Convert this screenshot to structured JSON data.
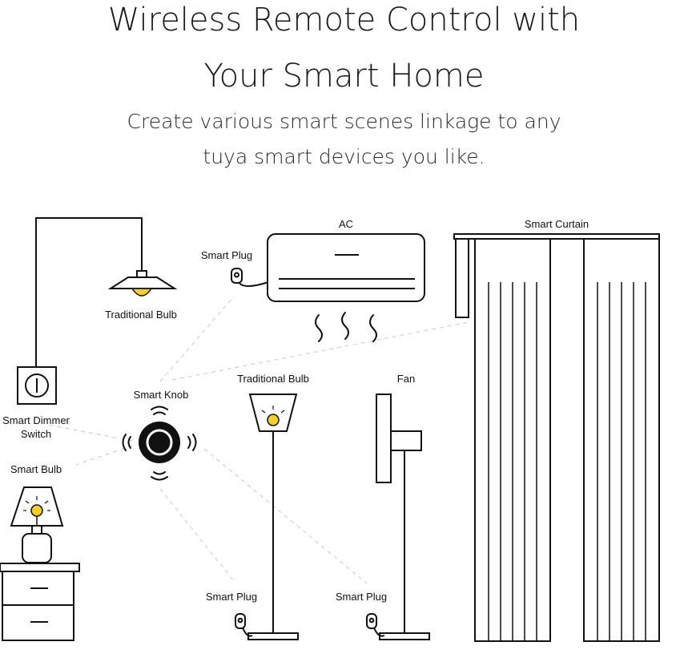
{
  "header": {
    "title_line1": "Wireless Remote Control with",
    "title_line2": "Your Smart Home",
    "subtitle_line1": "Create various smart scenes linkage to any",
    "subtitle_line2": "tuya smart devices you like."
  },
  "devices": {
    "ac": "AC",
    "smart_curtain": "Smart Curtain",
    "smart_plug_ac": "Smart Plug",
    "traditional_bulb_ceiling": "Traditional Bulb",
    "traditional_bulb_floor": "Traditional Bulb",
    "fan": "Fan",
    "smart_knob": "Smart Knob",
    "smart_dimmer_switch_line1": "Smart Dimmer",
    "smart_dimmer_switch_line2": "Switch",
    "smart_bulb": "Smart Bulb",
    "smart_plug_lamp": "Smart Plug",
    "smart_plug_fan": "Smart Plug"
  },
  "colors": {
    "bulb_yellow": "#f5d020",
    "line": "#111111",
    "dashed": "#c8c8c8"
  }
}
